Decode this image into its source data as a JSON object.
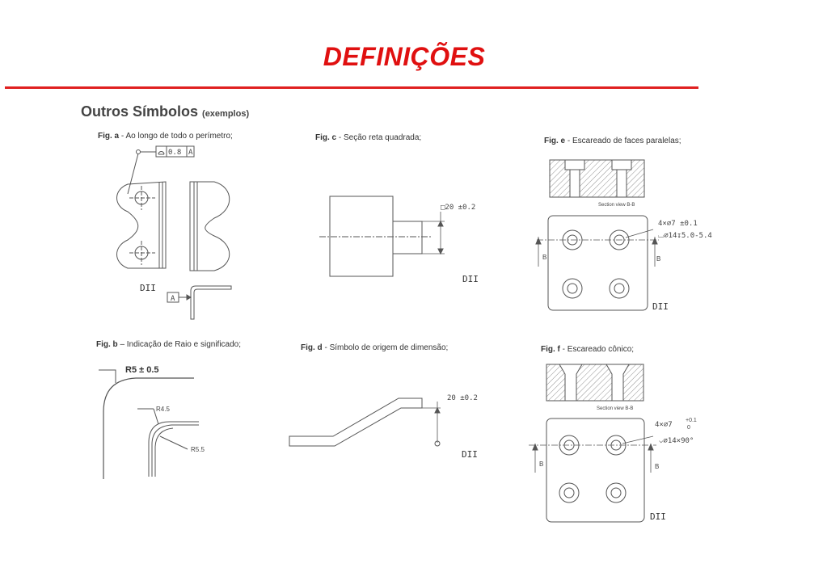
{
  "slide": {
    "title": "DEFINIÇÕES"
  },
  "heading": {
    "main": "Outros Símbolos",
    "sub": "(exemplos)"
  },
  "figures": {
    "a": {
      "label": "Fig. a",
      "sep": " - ",
      "caption": "Ao longo de todo o perímetro;",
      "box_value": "0.8",
      "box_datum": "A",
      "datum": "A",
      "dii": "DII"
    },
    "b": {
      "label": "Fig. b",
      "sep": " – ",
      "caption": "Indicação de Raio e significado;",
      "radius": "R5 ± 0.5",
      "r_min": "R4.5",
      "r_max": "R5.5"
    },
    "c": {
      "label": "Fig. c",
      "sep": " - ",
      "caption": "Seção reta quadrada;",
      "dimension": "□20 ±0.2",
      "dii": "DII"
    },
    "d": {
      "label": "Fig. d",
      "sep": " - ",
      "caption": "Símbolo de origem de dimensão;",
      "dimension": "20 ±0.2",
      "dii": "DII"
    },
    "e": {
      "label": "Fig. e",
      "sep": " - ",
      "caption": "Escareado de faces paralelas;",
      "section": "Section view B-B",
      "hole": "4×⌀7 ±0.1",
      "spec": "⌴⌀14↧5.0-5.4",
      "b_left": "B",
      "b_right": "B",
      "dii": "DII"
    },
    "f": {
      "label": "Fig. f",
      "sep": " - ",
      "caption": "Escareado cônico;",
      "section": "Section view B-B",
      "hole": "4×⌀7",
      "tol_upper": "+0.1",
      "tol_lower": "0",
      "spec": "⌵⌀14×90°",
      "b_left": "B",
      "b_right": "B",
      "dii": "DII"
    }
  }
}
